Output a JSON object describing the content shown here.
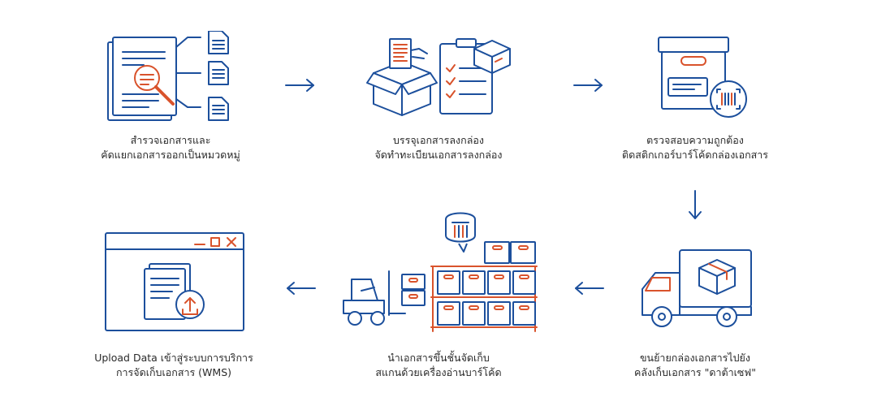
{
  "colors": {
    "primary": "#1c4f9c",
    "accent": "#d9532c",
    "text": "#2a2a2a"
  },
  "steps": [
    {
      "id": "survey",
      "icon": "document-inspect-icon",
      "lines": [
        "สำรวจเอกสารและ",
        "คัดแยกเอกสารออกเป็นหมวดหมู่"
      ]
    },
    {
      "id": "pack",
      "icon": "pack-box-checklist-icon",
      "lines": [
        "บรรจุเอกสารลงกล่อง",
        "จัดทำทะเบียนเอกสารลงกล่อง"
      ]
    },
    {
      "id": "verify",
      "icon": "barcode-box-icon",
      "lines": [
        "ตรวจสอบความถูกต้อง",
        "ติดสติกเกอร์บาร์โค้ดกล่องเอกสาร"
      ]
    },
    {
      "id": "transport",
      "icon": "delivery-truck-icon",
      "lines": [
        "ขนย้ายกล่องเอกสารไปยัง",
        "คลังเก็บเอกสาร \"ดาต้าเซฟ\""
      ]
    },
    {
      "id": "store",
      "icon": "warehouse-shelf-forklift-icon",
      "lines": [
        "นำเอกสารขึ้นชั้นจัดเก็บ",
        "สแกนด้วยเครื่องอ่านบาร์โค้ด"
      ]
    },
    {
      "id": "upload",
      "icon": "wms-upload-window-icon",
      "lines": [
        "Upload Data เข้าสู่ระบบการบริการ",
        "การจัดเก็บเอกสาร (WMS)"
      ]
    }
  ]
}
